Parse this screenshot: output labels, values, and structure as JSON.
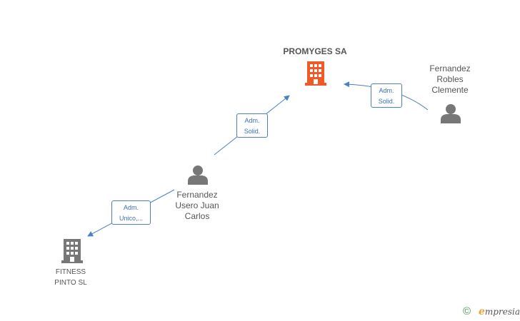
{
  "nodes": {
    "promyges": {
      "label": "PROMYGES SA",
      "kind": "company",
      "color": "#f05a28"
    },
    "fitness": {
      "label": "FITNESS\nPINTO  SL",
      "kind": "company",
      "color": "#777777"
    },
    "usero": {
      "label": "Fernandez\nUsero Juan\nCarlos",
      "kind": "person",
      "color": "#777777"
    },
    "robles": {
      "label": "Fernandez\nRobles\nClemente",
      "kind": "person",
      "color": "#777777"
    }
  },
  "edges": [
    {
      "from": "usero",
      "to": "promyges",
      "label": "Adm.\nSolid."
    },
    {
      "from": "robles",
      "to": "promyges",
      "label": "Adm.\nSolid."
    },
    {
      "from": "usero",
      "to": "fitness",
      "label": "Adm.\nUnico,..."
    }
  ],
  "edge_color": "#4a80c8",
  "footer": {
    "copyright": "©",
    "brand_initial": "e",
    "brand_rest": "mpresia"
  }
}
